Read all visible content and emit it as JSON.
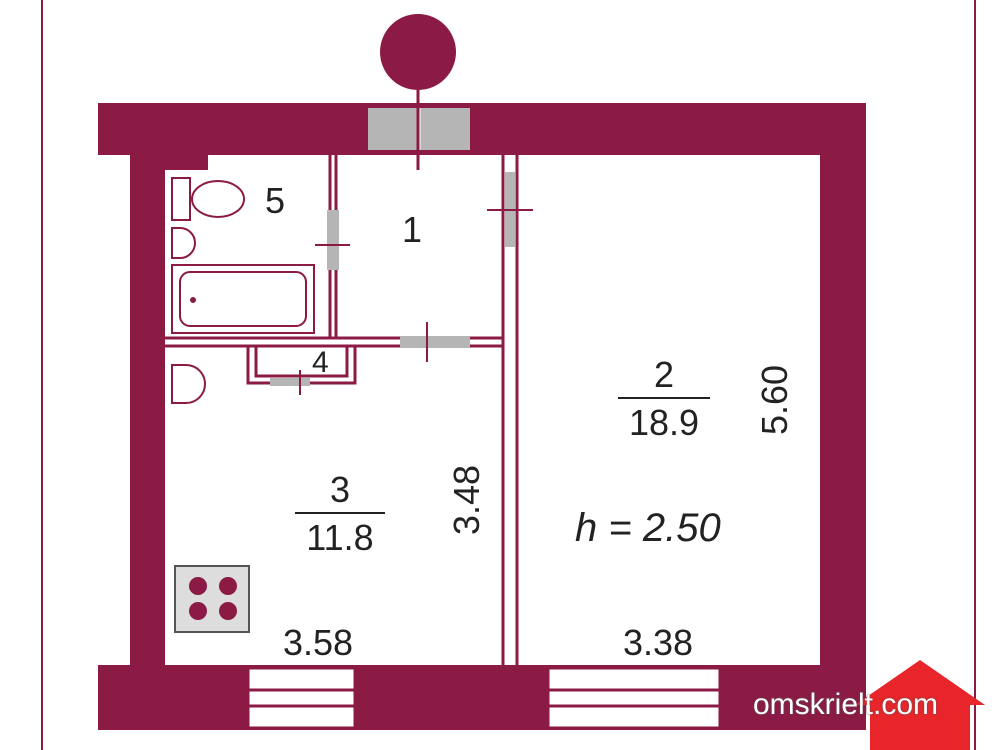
{
  "plan": {
    "wall_color": "#8b1a45",
    "rooms": [
      {
        "number": "1"
      },
      {
        "number": "2",
        "area": "18.9"
      },
      {
        "number": "3",
        "area": "11.8"
      },
      {
        "number": "4"
      },
      {
        "number": "5"
      }
    ],
    "dimensions": {
      "room3_width": "3.58",
      "room2_width": "3.38",
      "room3_length": "3.48",
      "room2_length": "5.60",
      "ceiling_height": "h = 2.50"
    }
  },
  "brand": {
    "text": "omskrielt.com",
    "color": "#e8252a"
  }
}
